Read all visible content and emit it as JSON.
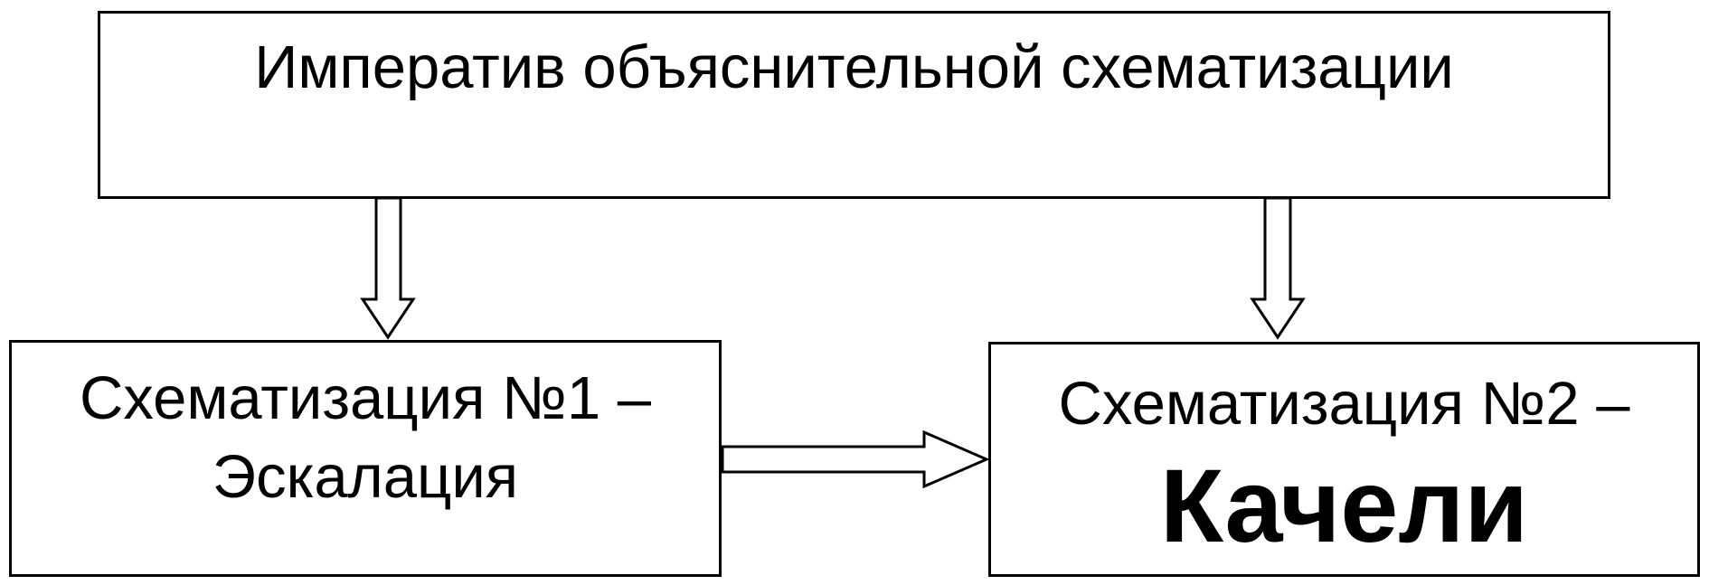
{
  "top_box": {
    "text": "Императив объяснительной схематизации"
  },
  "left_box": {
    "line1": "Схематизация №1 –",
    "line2": "Эскалация"
  },
  "right_box": {
    "line1": "Схематизация №2 –",
    "line2": "Качели"
  }
}
